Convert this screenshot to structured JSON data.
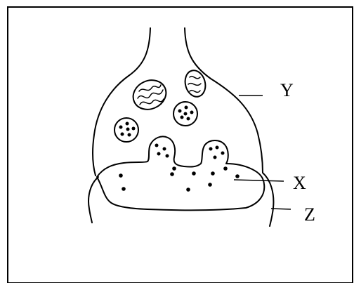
{
  "diagram": {
    "labels": {
      "y": "Y",
      "x": "X",
      "z": "Z"
    },
    "colors": {
      "ink": "#000000",
      "background": "#ffffff"
    }
  }
}
